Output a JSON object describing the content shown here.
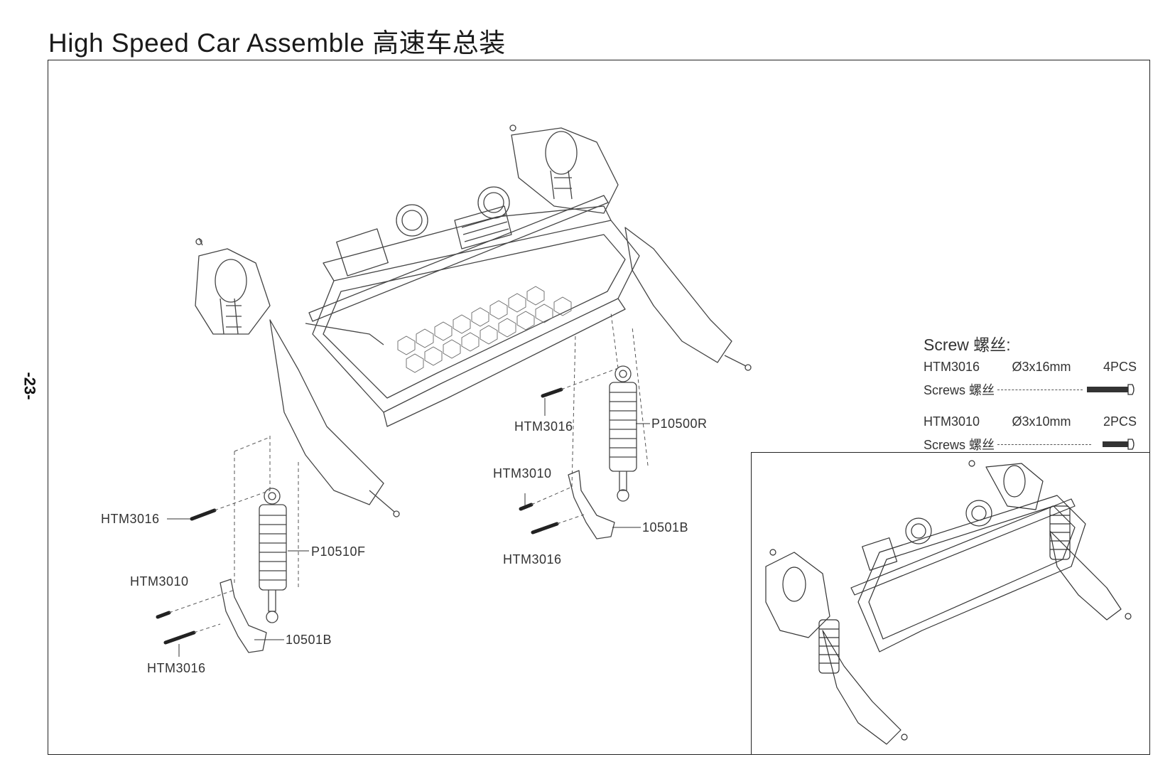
{
  "title": "High Speed Car Assemble 高速车总装",
  "page_number": "-23-",
  "screw_legend": {
    "heading": "Screw 螺丝:",
    "items": [
      {
        "code": "HTM3016",
        "size": "Ø3x16mm",
        "qty": "4PCS",
        "label": "Screws 螺丝"
      },
      {
        "code": "HTM3010",
        "size": "Ø3x10mm",
        "qty": "2PCS",
        "label": "Screws 螺丝"
      }
    ]
  },
  "callouts": {
    "left_top_screw": "HTM3016",
    "left_shock": "P10510F",
    "left_small_screw": "HTM3010",
    "left_bracket": "10501B",
    "left_bottom_screw": "HTM3016",
    "right_top_screw": "HTM3016",
    "right_shock": "P10500R",
    "right_small_screw": "HTM3010",
    "right_bracket": "10501B",
    "right_bottom_screw": "HTM3016"
  }
}
